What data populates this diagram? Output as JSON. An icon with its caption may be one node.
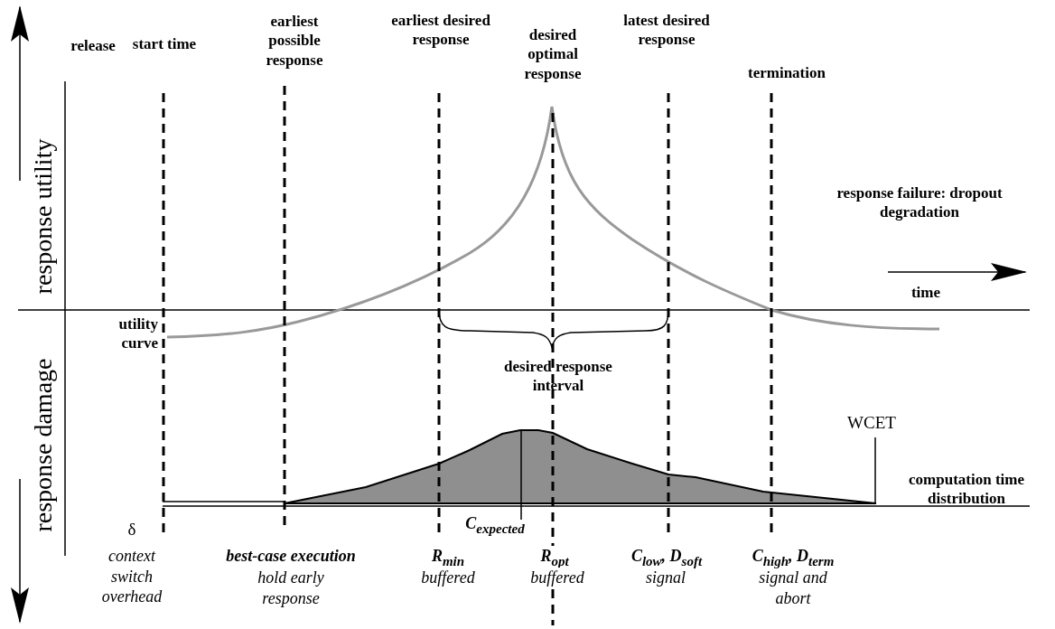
{
  "diagram": {
    "labels": [
      "release",
      "start time",
      "earliest possible response",
      "earliest desired response",
      "desired optimal response",
      "latest desired response",
      "termination",
      "response utility",
      "response failure: dropout degradation",
      "time",
      "utility curve",
      "response damage",
      "desired response interval",
      "WCET",
      "computation time distribution",
      "δ",
      "C$_{expected}$",
      "context switch overhead",
      "best-case execution",
      "R$_{min}$",
      "R$_{opt}$",
      "C$_{low}$, D$_{soft}$",
      "C$_{high}$, D$_{term}$",
      "hold early response",
      "buffered",
      "buffered",
      "signal",
      "signal and abort"
    ]
  }
}
